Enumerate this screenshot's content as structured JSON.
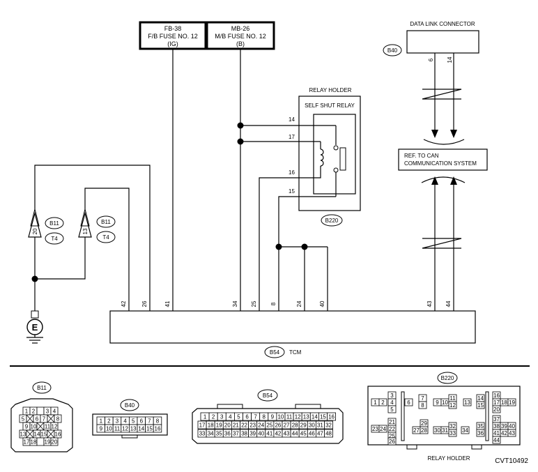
{
  "fuses": {
    "fb38": {
      "code": "FB-38",
      "name": "F/B FUSE NO. 12",
      "sub": "(IG)"
    },
    "mb26": {
      "code": "MB-26",
      "name": "M/B FUSE NO. 12",
      "sub": "(B)"
    }
  },
  "dlc": {
    "title": "DATA LINK CONNECTOR",
    "connector": "B40",
    "pins": [
      "6",
      "14"
    ]
  },
  "relay": {
    "holder": "RELAY HOLDER",
    "name": "SELF SHUT RELAY",
    "connector": "B220",
    "pins": [
      "14",
      "17",
      "16",
      "15"
    ]
  },
  "can_ref": {
    "line1": "REF. TO CAN",
    "line2": "COMMUNICATION SYSTEM"
  },
  "sensor": {
    "connector_b": "B11",
    "connector_t": "T4",
    "pin_a": "20",
    "pin_b": "13"
  },
  "ground": {
    "label": "E"
  },
  "tcm": {
    "connector": "B54",
    "name": "TCM",
    "pins": [
      "42",
      "26",
      "41",
      "34",
      "25",
      "8",
      "24",
      "40",
      "43",
      "44"
    ]
  },
  "views": {
    "b11": {
      "label": "B11",
      "rows": [
        [
          "1",
          "2",
          "",
          "3",
          "4"
        ],
        [
          "5",
          "x",
          "6",
          "7",
          "x",
          "8"
        ],
        [
          "9",
          "10",
          "x",
          "11",
          "12"
        ],
        [
          "13",
          "x",
          "14",
          "15",
          "x",
          "16"
        ],
        [
          "17",
          "18",
          "",
          "19",
          "20"
        ]
      ]
    },
    "b40": {
      "label": "B40",
      "row1": [
        "1",
        "2",
        "3",
        "4",
        "5",
        "6",
        "7",
        "8"
      ],
      "row2": [
        "9",
        "10",
        "11",
        "12",
        "13",
        "14",
        "15",
        "16"
      ]
    },
    "b54": {
      "label": "B54",
      "row1": [
        "1",
        "2",
        "3",
        "4",
        "5",
        "6",
        "7",
        "8",
        "9",
        "10",
        "11",
        "12",
        "13",
        "14",
        "15",
        "16"
      ],
      "row2": [
        "17",
        "18",
        "19",
        "20",
        "21",
        "22",
        "23",
        "24",
        "25",
        "26",
        "27",
        "28",
        "29",
        "30",
        "31",
        "32"
      ],
      "row3": [
        "33",
        "34",
        "35",
        "36",
        "37",
        "38",
        "39",
        "40",
        "41",
        "42",
        "43",
        "44",
        "45",
        "46",
        "47",
        "48"
      ]
    },
    "b220": {
      "label": "B220",
      "footer": "RELAY HOLDER",
      "cells": [
        "1",
        "2",
        "3",
        "4",
        "5",
        "6",
        "7",
        "8",
        "9",
        "10",
        "11",
        "12",
        "13",
        "14",
        "15",
        "16",
        "17",
        "18",
        "19",
        "20",
        "21",
        "22",
        "23",
        "24",
        "25",
        "26",
        "27",
        "28",
        "29",
        "30",
        "31",
        "32",
        "33",
        "34",
        "35",
        "36",
        "37",
        "38",
        "39",
        "40",
        "41",
        "42",
        "43",
        "44"
      ]
    }
  },
  "figure_code": "CVT10492"
}
